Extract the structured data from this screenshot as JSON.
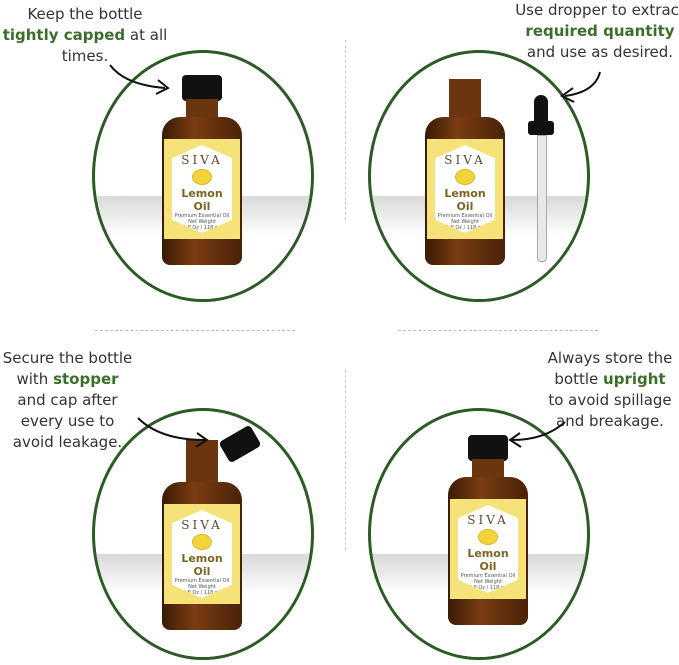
{
  "panels": [
    {
      "pre": "Keep the bottle",
      "hl": "tightly capped",
      "post": "at all times."
    },
    {
      "pre": "Use dropper to extract",
      "hl": "required quantity",
      "post": "and use as desired."
    },
    {
      "pre": "Secure the bottle with",
      "hl": "stopper",
      "post": "and cap after every use to avoid leakage."
    },
    {
      "pre": "Always store the bottle",
      "hl": "upright",
      "post": "to avoid spillage and breakage."
    }
  ],
  "label": {
    "brand": "SIVA",
    "product": "Lemon Oil",
    "subtitle": "Premium Essential Oil",
    "net_weight_label": "Net Weight",
    "quantity": "4 fl Oz / 118 ml"
  },
  "colors": {
    "accent": "#3b6e2b",
    "circle": "#2d5a27"
  }
}
